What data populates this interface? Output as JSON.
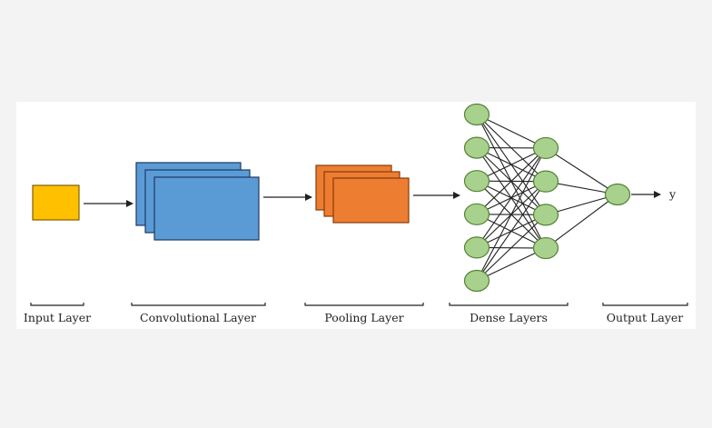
{
  "diagram": {
    "labels": {
      "input": "Input Layer",
      "conv": "Convolutional Layer",
      "pool": "Pooling Layer",
      "dense": "Dense Layers",
      "output": "Output Layer"
    },
    "output_symbol": "y",
    "colors": {
      "input_fill": "#FFC000",
      "input_stroke": "#7F6000",
      "conv_fill": "#5B9BD5",
      "conv_stroke": "#1F3864",
      "pool_fill": "#ED7D31",
      "pool_stroke": "#843C0C",
      "neuron_fill": "#A9D18E",
      "neuron_stroke": "#548235",
      "line": "#222222"
    },
    "dense_layer_1_neurons": 6,
    "dense_layer_2_neurons": 4,
    "output_neurons": 1
  }
}
